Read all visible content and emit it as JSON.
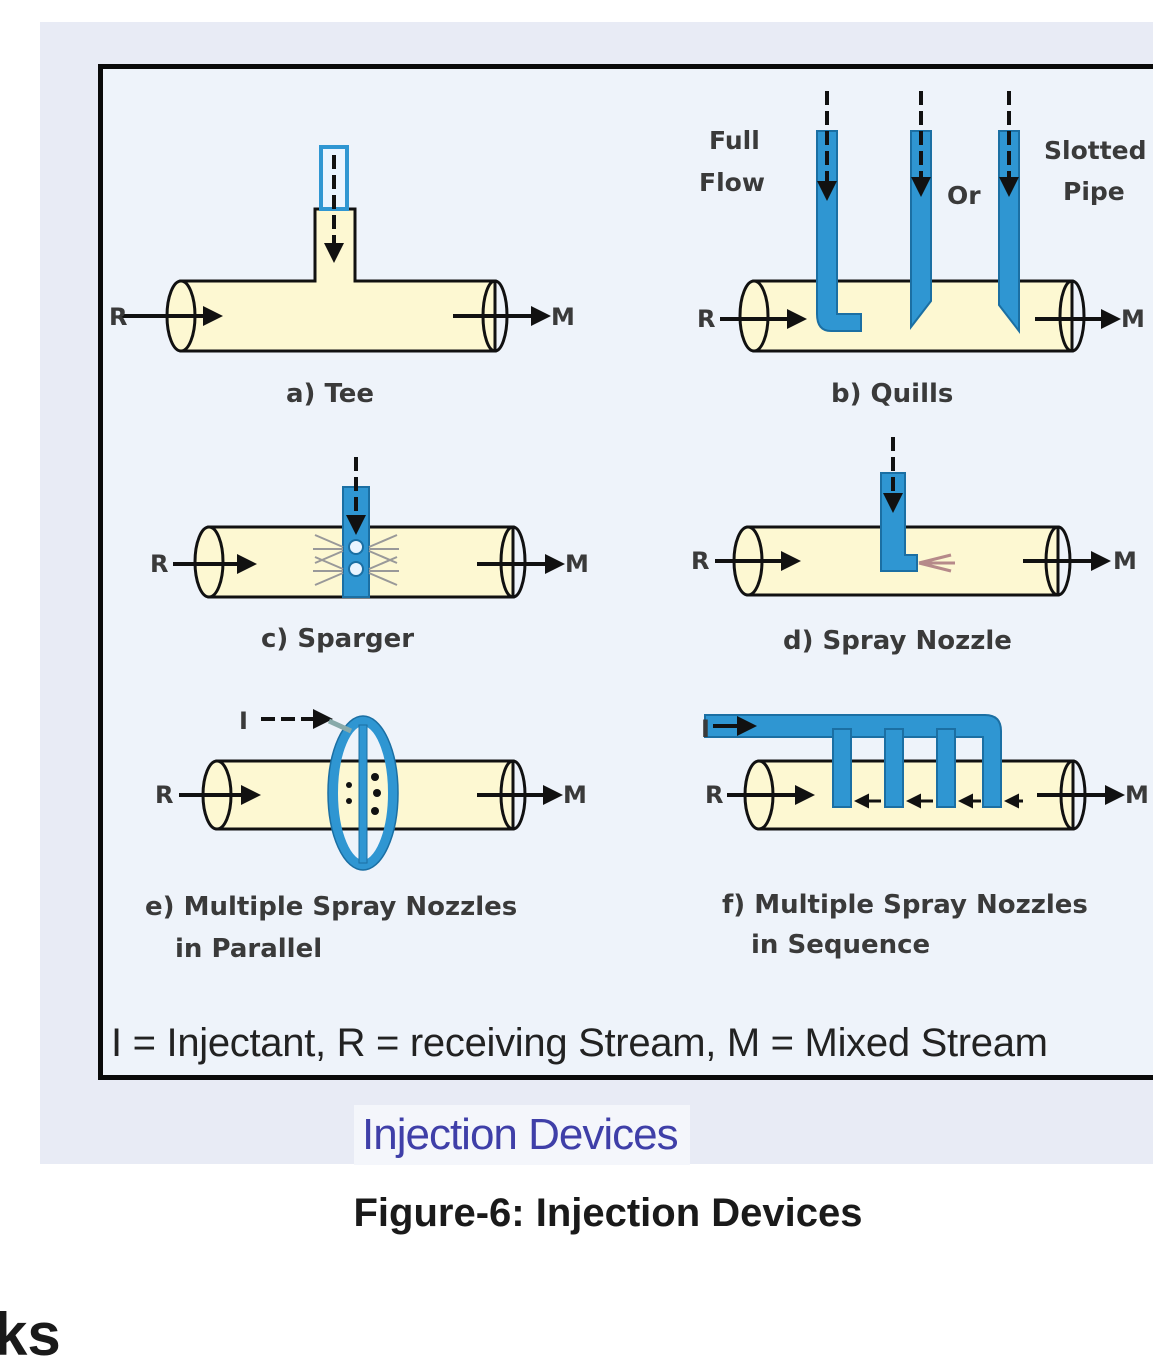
{
  "diagram": {
    "streams": {
      "receiving": "R",
      "mixed": "M",
      "injectant": "I"
    },
    "captions": {
      "tee": "a) Tee",
      "quills": "b) Quills",
      "sparger": "c) Sparger",
      "spray_nozzle": "d) Spray Nozzle",
      "parallel_line1": "e) Multiple Spray Nozzles",
      "parallel_line2": "in Parallel",
      "sequence_line1": "f) Multiple Spray Nozzles",
      "sequence_line2": "in Sequence"
    },
    "quill_labels": {
      "full_line1": "Full",
      "full_line2": "Flow",
      "or": "Or",
      "slotted_line1": "Slotted",
      "slotted_line2": "Pipe"
    },
    "legend": "I = Injectant, R = receiving Stream, M = Mixed Stream"
  },
  "panel_title": "Injection Devices",
  "figure_caption": "Figure-6: Injection Devices",
  "cut_heading": "ks",
  "colors": {
    "pipe_fill": "#fdf8d2",
    "injector_blue": "#2f96d2",
    "frame_bg": "#eef3fa",
    "panel_bg": "#e8ebf5",
    "title_color": "#3f3fa8"
  }
}
